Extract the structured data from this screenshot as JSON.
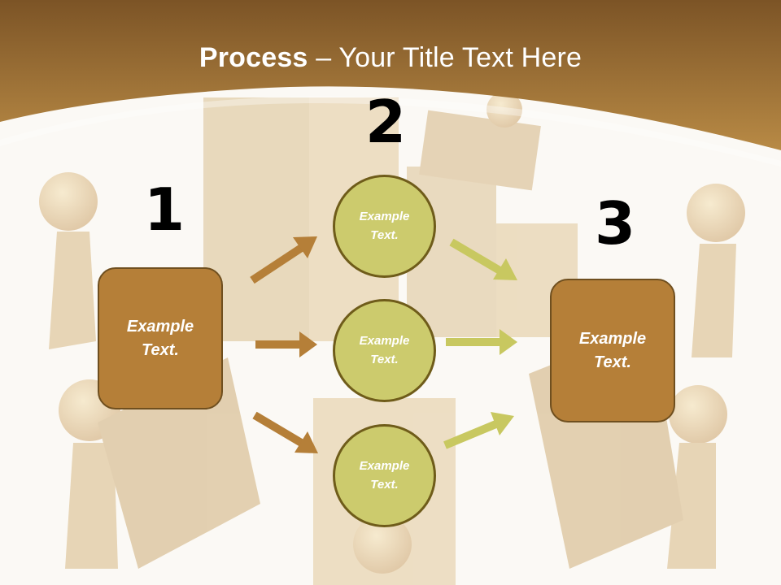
{
  "title": {
    "bold": "Process",
    "rest": " – Your Title Text Here"
  },
  "steps": [
    {
      "number": "1",
      "label": "Example\nText."
    },
    {
      "number": "2",
      "items": [
        "Example\nText.",
        "Example\nText.",
        "Example\nText."
      ]
    },
    {
      "number": "3",
      "label": "Example\nText."
    }
  ],
  "colors": {
    "header": "#a97735",
    "box": "#b57f38",
    "circle": "#cccb6d",
    "arrow_in": "#b57f38",
    "arrow_out": "#c8c860"
  }
}
